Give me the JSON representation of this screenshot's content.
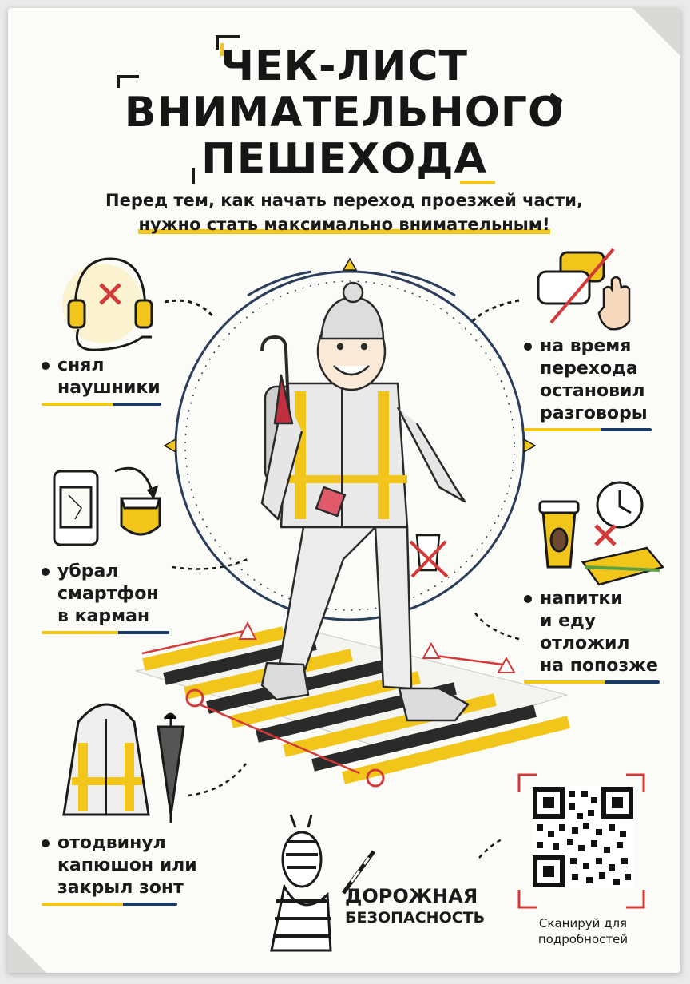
{
  "title": {
    "line1": "ЧЕК-ЛИСТ",
    "line2": "ВНИМАТЕЛЬНОГО",
    "line3": "ПЕШЕХОДА"
  },
  "subtitle": {
    "line1": "Перед тем, как начать переход проезжей части,",
    "line2": "нужно стать максимально внимательным!"
  },
  "items": {
    "headphones": [
      "снял",
      "наушники"
    ],
    "talk": [
      "на время",
      "перехода",
      "остановил",
      "разговоры"
    ],
    "phone": [
      "убрал",
      "смартфон",
      "в карман"
    ],
    "food": [
      "напитки",
      "и еду",
      "отложил",
      "на попозже"
    ],
    "hood": [
      "отодвинул",
      "капюшон или",
      "закрыл зонт"
    ]
  },
  "logo": {
    "line1": "ДОРОЖНАЯ",
    "line2": "БЕЗОПАСНОСТЬ"
  },
  "qr": {
    "caption_line1": "Сканируй для",
    "caption_line2": "подробностей"
  },
  "colors": {
    "accent": "#f2c51a",
    "ink": "#1a1a1a",
    "warning": "#d23a3a",
    "blue": "#1a3a66"
  },
  "icons": [
    "headphones-icon",
    "speech-bubbles-icon",
    "stop-hand-icon",
    "smartphone-icon",
    "pocket-icon",
    "coffee-cup-icon",
    "clock-icon",
    "sandwich-icon",
    "hooded-jacket-icon",
    "umbrella-icon",
    "zebra-mascot-icon",
    "qr-code-icon",
    "pedestrian-illustration",
    "crosswalk-icon"
  ]
}
